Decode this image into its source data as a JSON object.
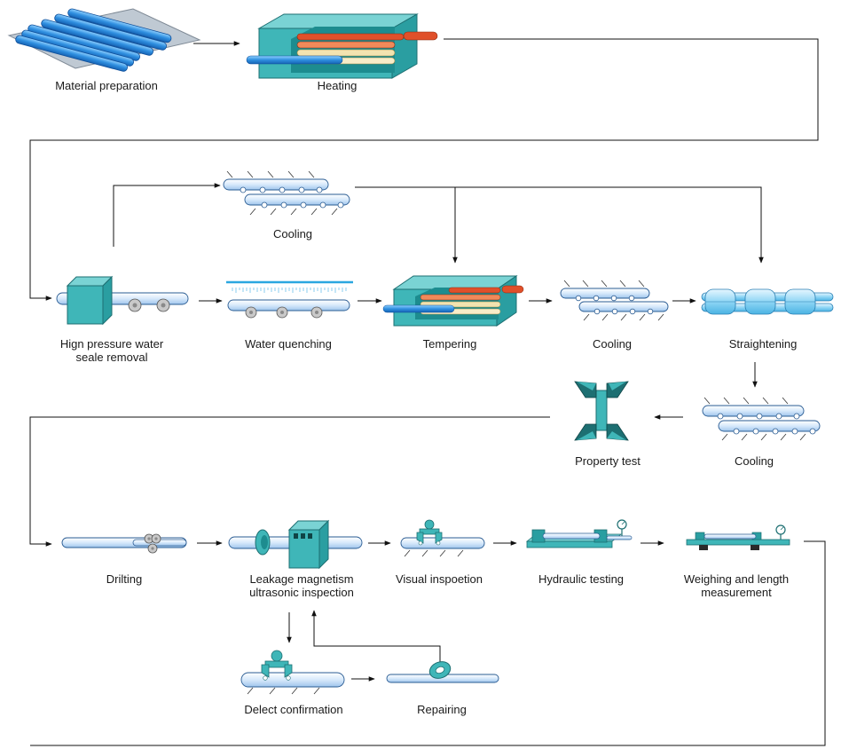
{
  "steps": {
    "material_preparation": "Material preparation",
    "heating": "Heating",
    "cooling_top": "Cooling",
    "descaling_line1": "Hign pressure water",
    "descaling_line2": "seale removal",
    "water_quenching": "Water quenching",
    "tempering": "Tempering",
    "cooling_mid": "Cooling",
    "straightening": "Straightening",
    "property_test": "Property test",
    "cooling_lower": "Cooling",
    "drilting": "Drilting",
    "inspection_line1": "Leakage magnetism",
    "inspection_line2": "ultrasonic inspection",
    "visual": "Visual inspoetion",
    "hydraulic": "Hydraulic testing",
    "weighing_line1": "Weighing and length",
    "weighing_line2": "measurement",
    "defect": "Delect confirmation",
    "repairing": "Repairing"
  },
  "colors": {
    "pipe_blue": "#2f8fe0",
    "pipe_light": "#cfe6fb",
    "furnace_teal": "#3fb6b8",
    "hot_red": "#e0502a",
    "warm_cream": "#f3e3b0",
    "water_line": "#2aa7e0"
  }
}
